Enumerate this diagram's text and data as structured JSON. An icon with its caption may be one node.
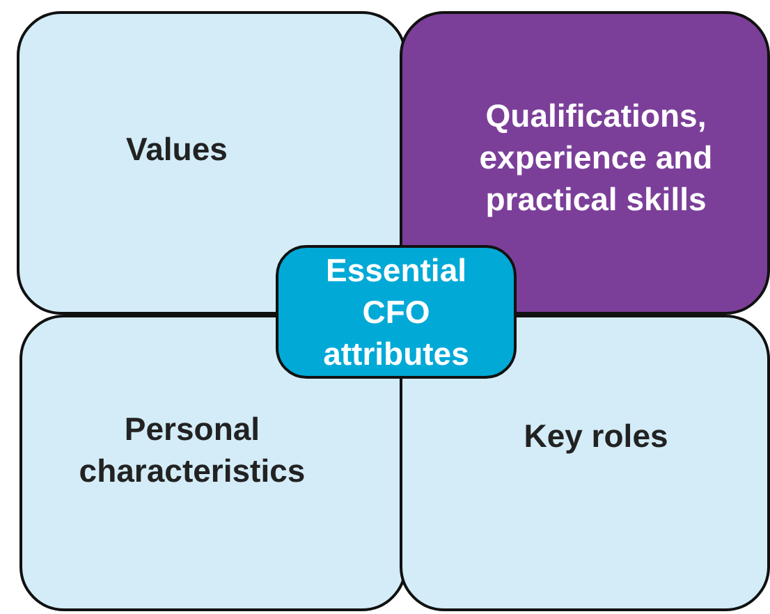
{
  "diagram": {
    "nodes": [
      {
        "text": [
          "Values"
        ]
      },
      {
        "text": [
          "Qualifications, experience and practical skills"
        ]
      },
      {
        "text": [
          "Essential CFO attributes"
        ]
      },
      {
        "text": [
          "Personal characteristics"
        ]
      },
      {
        "text": [
          "Key roles"
        ]
      }
    ]
  }
}
